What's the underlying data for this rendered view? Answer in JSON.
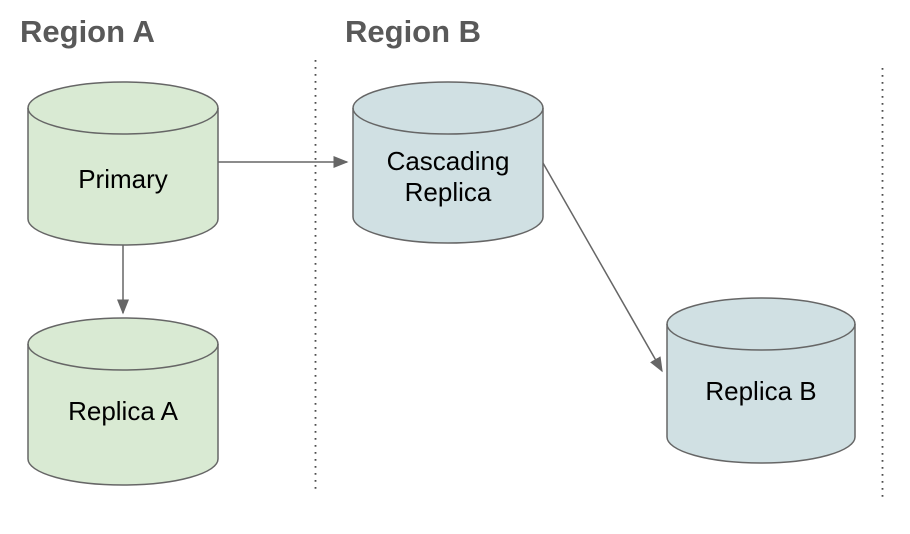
{
  "regions": [
    {
      "label": "Region A"
    },
    {
      "label": "Region B"
    }
  ],
  "nodes": {
    "primary": {
      "label": "Primary",
      "region": "Region A",
      "fill": "#d9ead3"
    },
    "replica_a": {
      "label": "Replica A",
      "region": "Region A",
      "fill": "#d9ead3"
    },
    "cascading_replica": {
      "label_lines": [
        "Cascading",
        "Replica"
      ],
      "label": "Cascading Replica",
      "region": "Region B",
      "fill": "#d0e0e3"
    },
    "replica_b": {
      "label": "Replica B",
      "region": "Region B",
      "fill": "#d0e0e3"
    }
  },
  "edges": [
    {
      "from": "Primary",
      "to": "Cascading Replica"
    },
    {
      "from": "Primary",
      "to": "Replica A"
    },
    {
      "from": "Cascading Replica",
      "to": "Replica B"
    }
  ],
  "colors": {
    "background": "#ffffff",
    "node_stroke": "#666666",
    "arrow": "#666666",
    "separator": "#4d4d4d",
    "heading_text": "#595959",
    "label_text": "#000000"
  }
}
